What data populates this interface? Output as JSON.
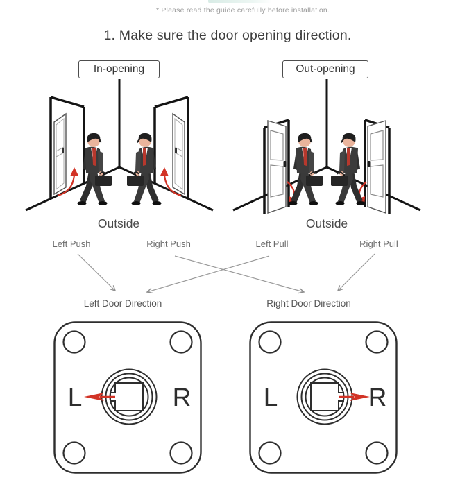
{
  "header": {
    "note": "* Please read the guide carefully before installation.",
    "title": "1. Make sure the door opening direction."
  },
  "in_opening": {
    "label": "In-opening",
    "outside_label": "Outside",
    "left_option": "Left Push",
    "right_option": "Right Push",
    "swing_arrow": "curved-arrow-up"
  },
  "out_opening": {
    "label": "Out-opening",
    "outside_label": "Outside",
    "left_option": "Left Pull",
    "right_option": "Right Pull",
    "swing_arrow": "curved-arrow-down"
  },
  "mapping": [
    {
      "from": "Left Push",
      "to": "Left Door Direction"
    },
    {
      "from": "Right Push",
      "to": "Right Door Direction"
    },
    {
      "from": "Left Pull",
      "to": "Left Door Direction"
    },
    {
      "from": "Right Pull",
      "to": "Right Door Direction"
    }
  ],
  "results": {
    "left": {
      "title": "Left Door Direction",
      "left_letter": "L",
      "right_letter": "R",
      "spindle_arrow": "arrow-pointing-left"
    },
    "right": {
      "title": "Right Door Direction",
      "left_letter": "L",
      "right_letter": "R",
      "spindle_arrow": "arrow-pointing-right"
    }
  },
  "colors": {
    "accent_red": "#d23326",
    "line_dark": "#141414",
    "text_dark": "#3d3d3d",
    "text_gray": "#9b9b9b",
    "text_mid": "#555555",
    "plate_outline": "#2e2e2e"
  }
}
